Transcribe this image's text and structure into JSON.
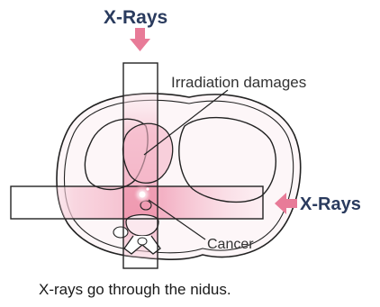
{
  "labels": {
    "top_beam": "X-Rays",
    "side_beam": "X-Rays",
    "irradiation": "Irradiation damages",
    "tumor": "Cancer",
    "caption": "X-rays go through the nidus."
  },
  "colors": {
    "label_text": "#2a3b5e",
    "arrow": "#e87b98",
    "beam_fill": "#f4b6c8",
    "beam_overlap": "#ec8fa8",
    "outline": "#222222"
  }
}
